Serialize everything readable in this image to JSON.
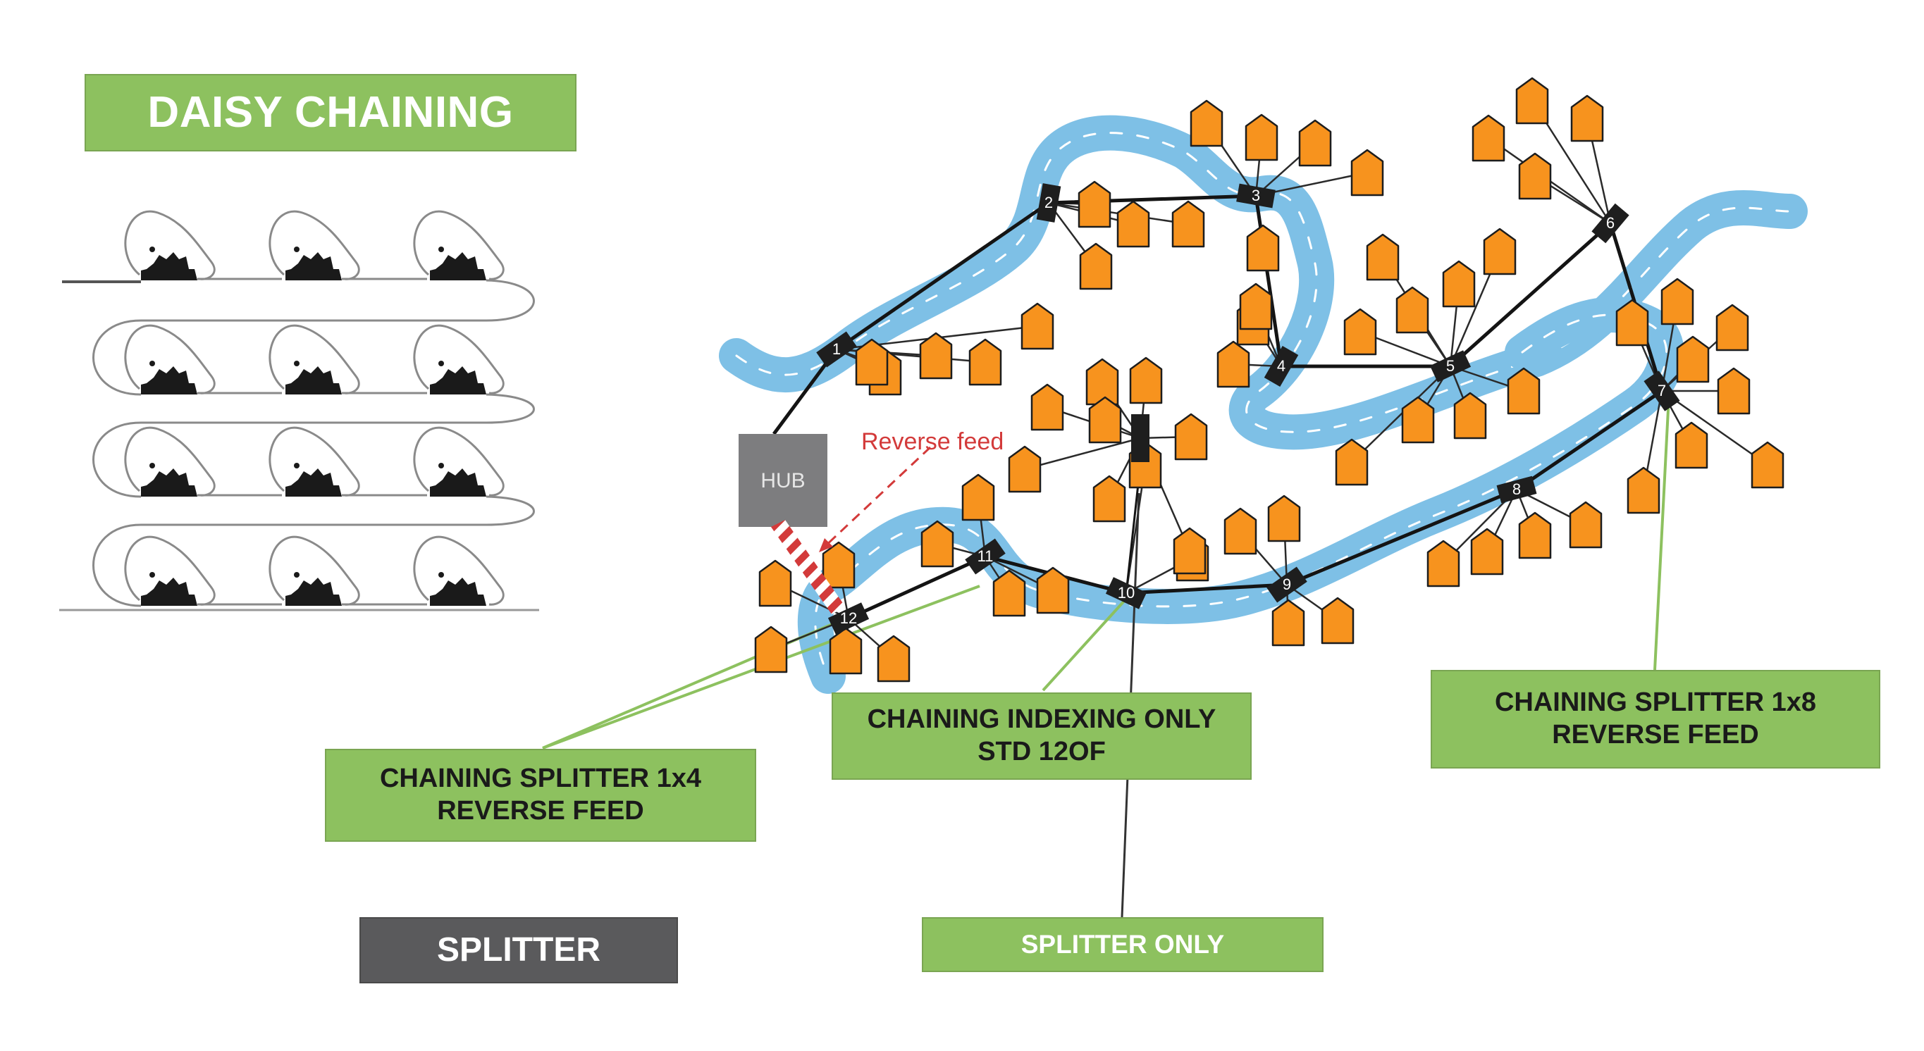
{
  "title": "DAISY CHAINING",
  "hub_label": "HUB",
  "reverse_feed_label": "Reverse feed",
  "callouts": {
    "splitter_1x4": [
      "CHAINING SPLITTER 1x4",
      "REVERSE FEED"
    ],
    "indexing": [
      "CHAINING INDEXING ONLY",
      "STD 12OF"
    ],
    "splitter_1x8": [
      "CHAINING SPLITTER 1x8",
      "REVERSE FEED"
    ],
    "splitter_only": "SPLITTER ONLY"
  },
  "legend_label": "SPLITTER",
  "terminal_numbers": [
    "1",
    "2",
    "3",
    "4",
    "5",
    "6",
    "7",
    "8",
    "9",
    "10",
    "11",
    "12"
  ],
  "colors": {
    "green": "#8dc15f",
    "river": "#7ec0e6",
    "house": "#f7931e",
    "terminal": "#1e1e1e",
    "reverse_feed": "#d33a3a",
    "hub": "#7d7d7f",
    "legend": "#5a5a5c"
  },
  "icons": [
    "terminal-closure-icon",
    "house-icon",
    "river-shape",
    "hub-box"
  ]
}
